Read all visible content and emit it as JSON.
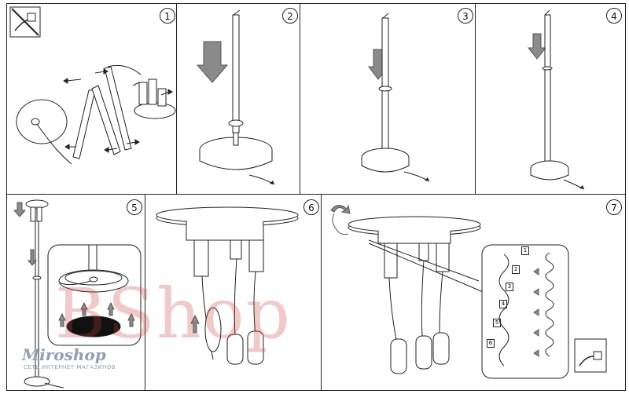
{
  "steps": [
    {
      "number": "1"
    },
    {
      "number": "2"
    },
    {
      "number": "3"
    },
    {
      "number": "4"
    },
    {
      "number": "5"
    },
    {
      "number": "6"
    },
    {
      "number": "7"
    }
  ],
  "watermark": {
    "text": "BShop"
  },
  "logo": {
    "name": "Miroshop",
    "tagline": "СЕТЬ ИНТЕРНЕТ-МАГАЗИНОВ"
  },
  "chain_labels": [
    "1",
    "2",
    "3",
    "4",
    "5",
    "6"
  ],
  "colors": {
    "line": "#222222",
    "arrow_gray": "#8a8a8a",
    "cutout": "#111111",
    "logo": "#8fa0b4",
    "watermark": "#c83c3c"
  }
}
